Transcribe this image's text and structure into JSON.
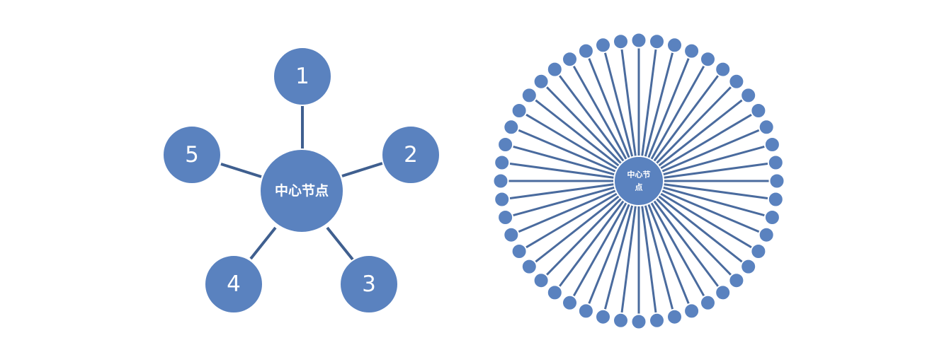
{
  "colors": {
    "node_fill": "#5a82bf",
    "edge": "#3f5f8f",
    "label": "#ffffff",
    "background": "#ffffff"
  },
  "star_small": {
    "center_label": "中心节点",
    "leaf_labels": [
      "1",
      "2",
      "3",
      "4",
      "5"
    ]
  },
  "star_large": {
    "center_label_line1": "中心节",
    "center_label_line2": "点",
    "leaf_count": 48
  }
}
